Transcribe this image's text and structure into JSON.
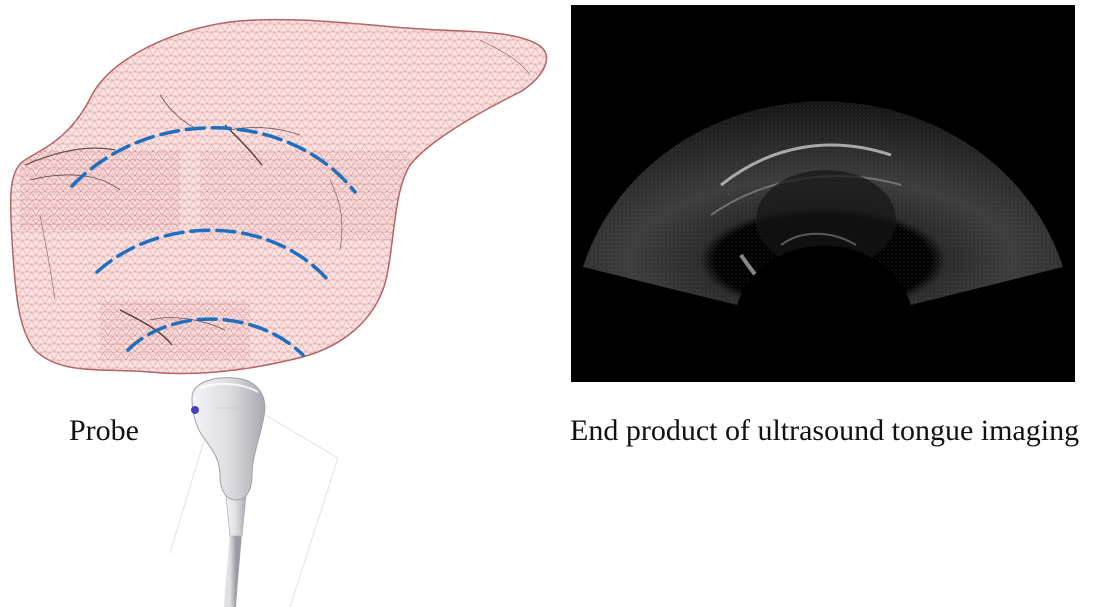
{
  "labels": {
    "probe": "Probe",
    "result": "End product of ultrasound tongue imaging"
  },
  "colors": {
    "mesh_fill": "#f6dada",
    "mesh_line": "#e08a8a",
    "mesh_dark": "#7a4a4a",
    "scan_arc": "#1f6fbf",
    "panel_bg": "#000000",
    "probe_body": "#e8e8ea",
    "probe_button": "#4a3fb8"
  },
  "icons": {
    "tongue_model": "tongue-mesh-model",
    "probe": "ultrasound-probe",
    "ultrasound_image": "ultrasound-fan-image"
  }
}
